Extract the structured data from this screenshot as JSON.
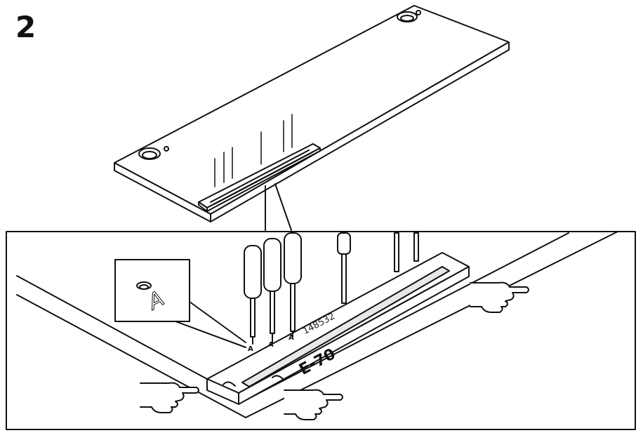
{
  "step": {
    "number": "2"
  },
  "jig": {
    "code": "E-70",
    "part_number": "148532",
    "hole_marker": "A"
  },
  "inset": {
    "marker": "A"
  },
  "colors": {
    "line": "#111111",
    "fill": "#ffffff",
    "jig_slot": "#e8e8e8"
  },
  "icons": [
    "screwdriver-icon",
    "pointing-hand-icon",
    "pin-icon"
  ]
}
